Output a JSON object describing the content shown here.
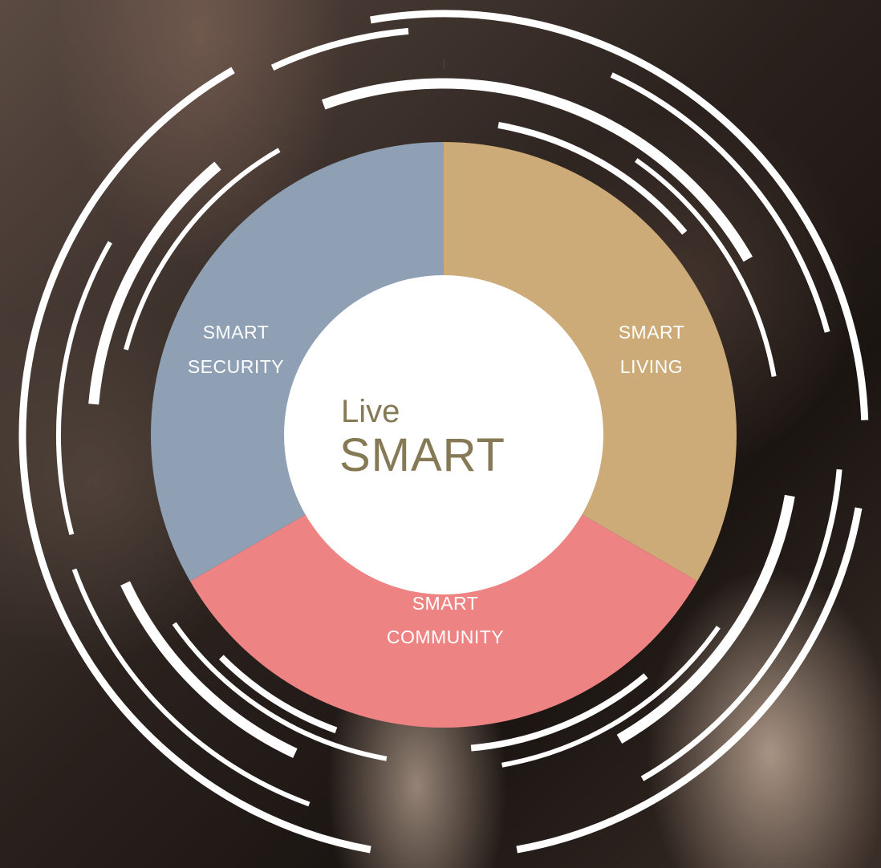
{
  "diagram": {
    "center": {
      "line1": "Live",
      "line2": "SMART"
    },
    "segments": [
      {
        "id": "living",
        "line1": "SMART",
        "line2": "LIVING",
        "color": "#cdab78"
      },
      {
        "id": "community",
        "line1": "SMART",
        "line2": "COMMUNITY",
        "color": "#ee8383"
      },
      {
        "id": "security",
        "line1": "SMART",
        "line2": "SECURITY",
        "color": "#8fa0b4"
      }
    ],
    "center_fill": "#ffffff",
    "center_text_color": "#857a55",
    "ring_color": "#ffffff"
  }
}
